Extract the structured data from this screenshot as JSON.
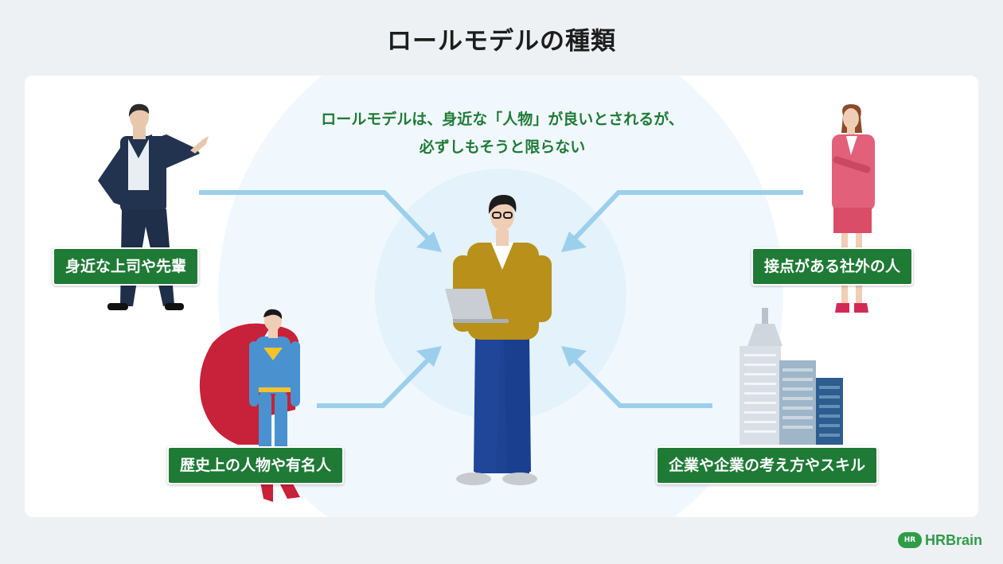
{
  "title": "ロールモデルの種類",
  "caption": {
    "line1": "ロールモデルは、身近な「人物」が良いとされるが、",
    "line2": "必ずしもそうと限らない"
  },
  "labels": {
    "boss": "身近な上司や先輩",
    "external": "接点がある社外の人",
    "historical": "歴史上の人物や有名人",
    "company": "企業や企業の考え方やスキル"
  },
  "logo": {
    "badge": "HR",
    "text": "HRBrain"
  },
  "colors": {
    "label_bg": "#1f7a36",
    "caption": "#1f7a36",
    "arrow": "#9ccfec",
    "halo_outer": "#f1f8fd",
    "halo_inner": "#e3f2fb"
  }
}
